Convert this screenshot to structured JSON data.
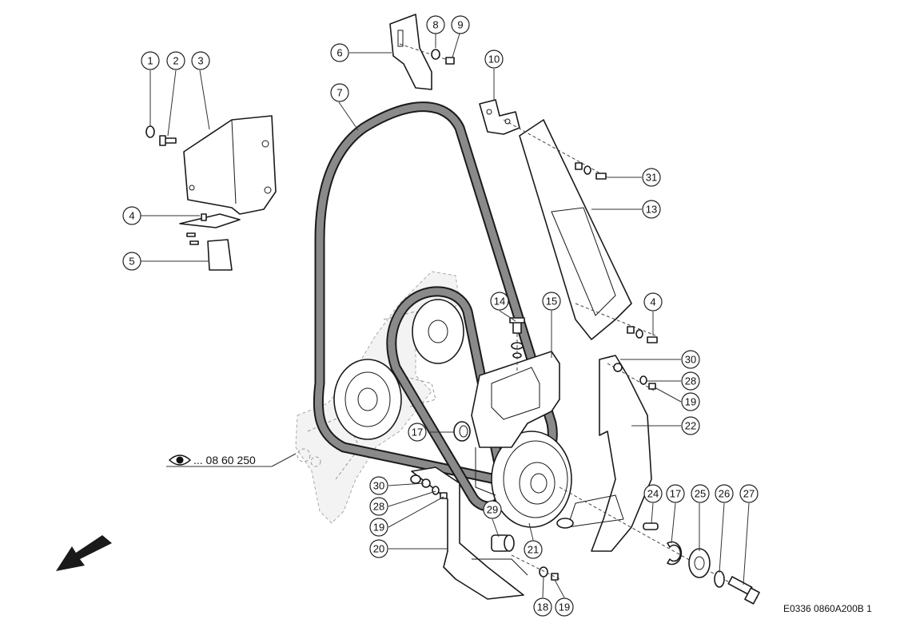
{
  "drawing_code": "E0336 0860A200B 1",
  "reference_text": "... 08 60 250",
  "reference_icon": "eye-icon",
  "direction_icon": "arrow-down-left-icon",
  "colors": {
    "line": "#1a1a1a",
    "belt": "#8a8a8a",
    "ghost": "#999999"
  },
  "callouts": [
    {
      "id": "c1",
      "label": "1"
    },
    {
      "id": "c2",
      "label": "2"
    },
    {
      "id": "c3",
      "label": "3"
    },
    {
      "id": "c4a",
      "label": "4"
    },
    {
      "id": "c5",
      "label": "5"
    },
    {
      "id": "c6",
      "label": "6"
    },
    {
      "id": "c7",
      "label": "7"
    },
    {
      "id": "c8",
      "label": "8"
    },
    {
      "id": "c9",
      "label": "9"
    },
    {
      "id": "c10",
      "label": "10"
    },
    {
      "id": "c31",
      "label": "31"
    },
    {
      "id": "c13",
      "label": "13"
    },
    {
      "id": "c14",
      "label": "14"
    },
    {
      "id": "c15",
      "label": "15"
    },
    {
      "id": "c4b",
      "label": "4"
    },
    {
      "id": "c30a",
      "label": "30"
    },
    {
      "id": "c28a",
      "label": "28"
    },
    {
      "id": "c19a",
      "label": "19"
    },
    {
      "id": "c22",
      "label": "22"
    },
    {
      "id": "c17a",
      "label": "17"
    },
    {
      "id": "c30b",
      "label": "30"
    },
    {
      "id": "c28b",
      "label": "28"
    },
    {
      "id": "c19b",
      "label": "19"
    },
    {
      "id": "c20",
      "label": "20"
    },
    {
      "id": "c29",
      "label": "29"
    },
    {
      "id": "c21",
      "label": "21"
    },
    {
      "id": "c24",
      "label": "24"
    },
    {
      "id": "c17b",
      "label": "17"
    },
    {
      "id": "c25",
      "label": "25"
    },
    {
      "id": "c26",
      "label": "26"
    },
    {
      "id": "c27",
      "label": "27"
    },
    {
      "id": "c18",
      "label": "18"
    },
    {
      "id": "c19c",
      "label": "19"
    }
  ]
}
